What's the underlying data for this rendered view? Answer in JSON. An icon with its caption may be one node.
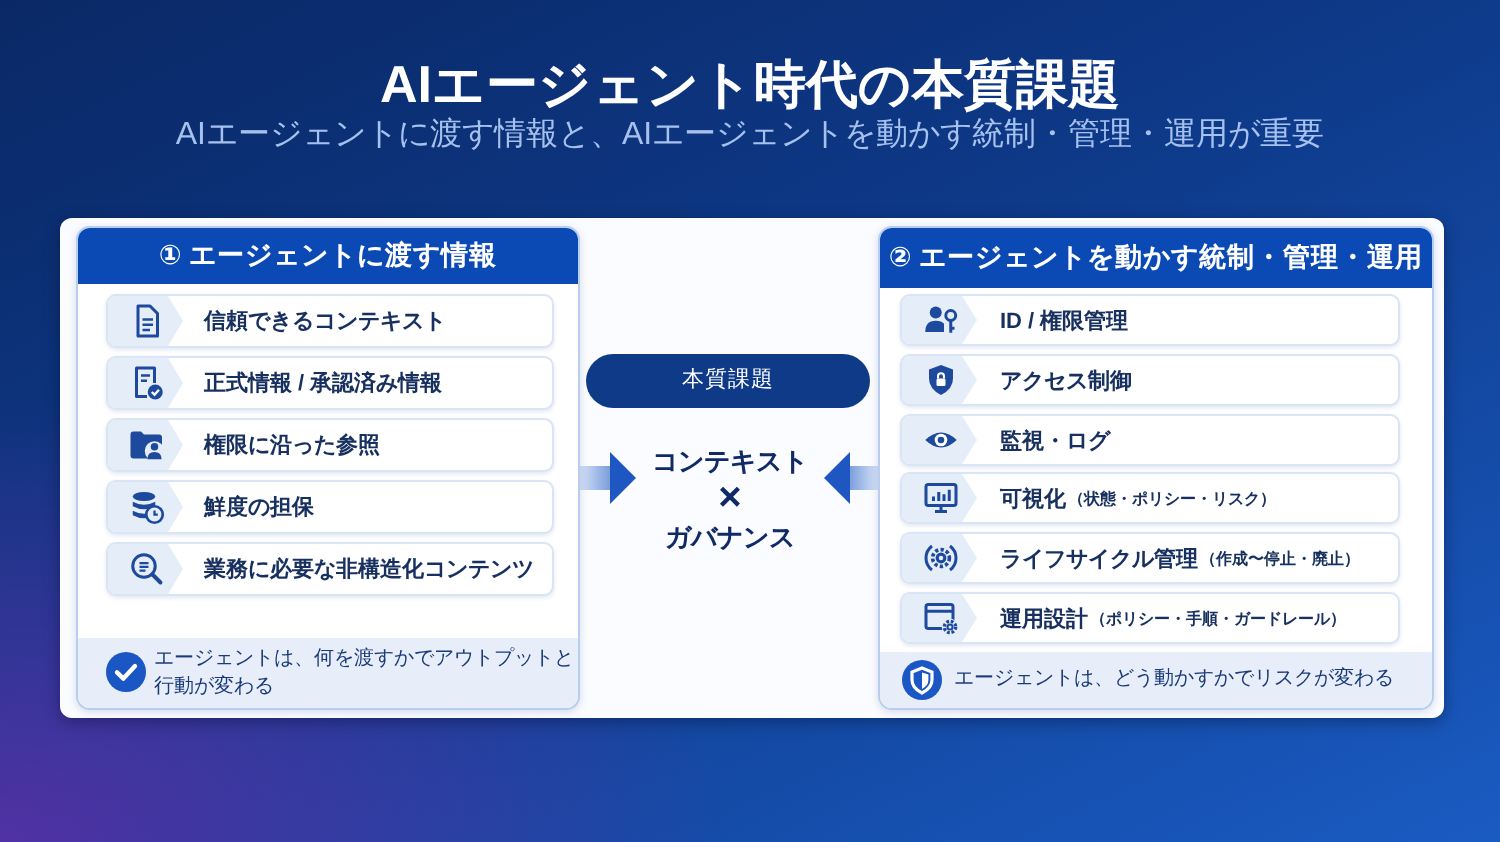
{
  "diagram": {
    "title": "AIエージェント時代の本質課題",
    "nodes": [
      {
        "text": [
          "① エージェントに渡す情報"
        ]
      },
      {
        "text": [
          "信頼できるコンテキスト"
        ],
        "in": 0
      },
      {
        "text": [
          "正式情報 / 承認済み情報"
        ],
        "in": 0
      },
      {
        "text": [
          "権限に沿った参照"
        ],
        "in": 0
      },
      {
        "text": [
          "鮮度の担保"
        ],
        "in": 0
      },
      {
        "text": [
          "業務に必要な非構造化コンテンツ"
        ],
        "in": 0
      },
      {
        "text": [
          "エージェントは、何を渡すかでアウトプットと行動が変わる"
        ],
        "in": 0
      },
      {
        "text": [
          "本質課題"
        ]
      },
      {
        "text": [
          "コンテキスト",
          "×",
          "ガバナンス"
        ]
      },
      {
        "text": [
          "② エージェントを動かす統制・管理・運用"
        ]
      },
      {
        "text": [
          "ID / 権限管理"
        ],
        "in": 9
      },
      {
        "text": [
          "アクセス制御"
        ],
        "in": 9
      },
      {
        "text": [
          "監視・ログ"
        ],
        "in": 9
      },
      {
        "text": [
          "可視化",
          "（状態・ポリシー・リスク）"
        ],
        "in": 9
      },
      {
        "text": [
          "ライフサイクル管理",
          "（作成〜停止・廃止）"
        ],
        "in": 9
      },
      {
        "text": [
          "運用設計",
          "（ポリシー・手順・ガードレール）"
        ],
        "in": 9
      },
      {
        "text": [
          "エージェントは、どう動かすかでリスクが変わる"
        ],
        "in": 9
      }
    ],
    "edges": [
      {
        "from": 0,
        "to": 8,
        "arrow": "to"
      },
      {
        "from": 9,
        "to": 8,
        "arrow": "to"
      }
    ],
    "labels": [
      "AIエージェントに渡す情報と、AIエージェントを動かす統制・管理・運用が重要"
    ]
  }
}
